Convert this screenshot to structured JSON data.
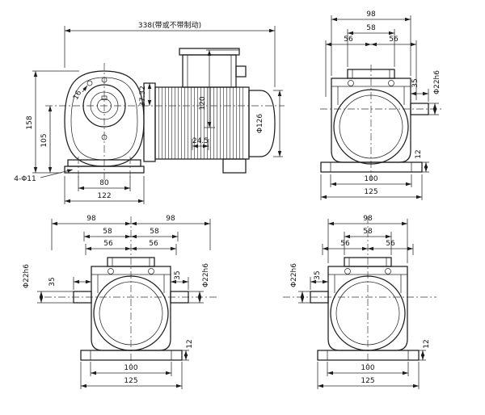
{
  "drawing": {
    "side_view": {
      "overall": "338(带或不带制动)",
      "total_height": "158",
      "center_height": "105",
      "foot_holes": "4-Φ11",
      "hole_pitch": "80",
      "foot_width": "122",
      "flange_dim": "37.32",
      "box_height": "120",
      "fin_pitch": "24.5",
      "motor_dia": "Φ126",
      "tap_hole": "16"
    },
    "end_right": {
      "w98": "98",
      "w58": "58",
      "w56l": "56",
      "w56r": "56",
      "shaft_len": "35",
      "shaft_dia": "Φ22h6",
      "base_t": "12",
      "pad_span": "100",
      "base_w": "125"
    },
    "end_double": {
      "w98l": "98",
      "w98r": "98",
      "w58l": "58",
      "w58r": "58",
      "w56l": "56",
      "w56r": "56",
      "shaft_len_l": "35",
      "shaft_len_r": "35",
      "shaft_dia_l": "Φ22h6",
      "shaft_dia_r": "Φ22h6",
      "base_t": "12",
      "pad_span": "100",
      "base_w": "125"
    },
    "end_left": {
      "w98": "98",
      "w58": "58",
      "w56l": "56",
      "w56r": "56",
      "shaft_len": "35",
      "shaft_dia": "Φ22h6",
      "base_t": "12",
      "pad_span": "100",
      "base_w": "125"
    }
  }
}
